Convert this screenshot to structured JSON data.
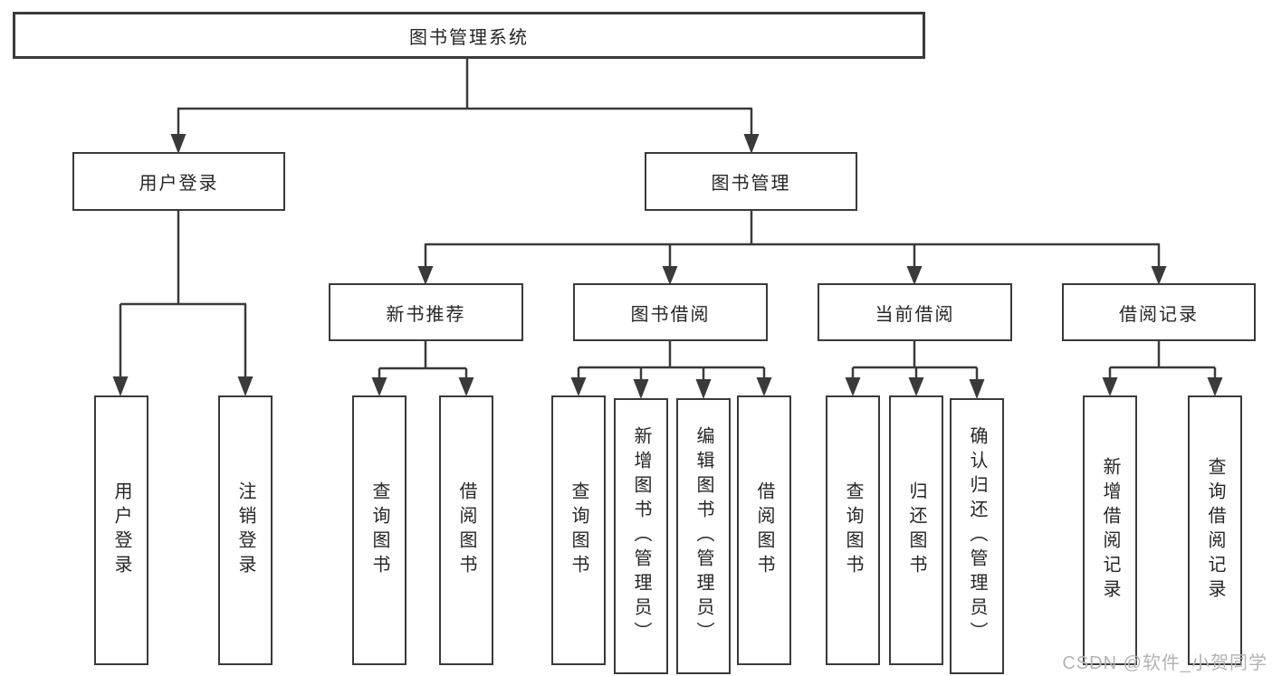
{
  "tree": {
    "label": "图书管理系统",
    "children": [
      {
        "label": "用户登录",
        "children": [
          {
            "label": "用户登录"
          },
          {
            "label": "注销登录"
          }
        ]
      },
      {
        "label": "图书管理",
        "children": [
          {
            "label": "新书推荐",
            "children": [
              {
                "label": "查询图书"
              },
              {
                "label": "借阅图书"
              }
            ]
          },
          {
            "label": "图书借阅",
            "children": [
              {
                "label": "查询图书"
              },
              {
                "label": "新增图书（管理员）"
              },
              {
                "label": "编辑图书（管理员）"
              },
              {
                "label": "借阅图书"
              }
            ]
          },
          {
            "label": "当前借阅",
            "children": [
              {
                "label": "查询图书"
              },
              {
                "label": "归还图书"
              },
              {
                "label": "确认归还（管理员）"
              }
            ]
          },
          {
            "label": "借阅记录",
            "children": [
              {
                "label": "新增借阅记录"
              },
              {
                "label": "查询借阅记录"
              }
            ]
          }
        ]
      }
    ]
  },
  "watermark": {
    "text": "CSDN @软件_小贺同学"
  },
  "colors": {
    "line": "#3a3a3a",
    "text": "#262626",
    "watermark": "#b3b3b3",
    "bg": "#ffffff"
  }
}
